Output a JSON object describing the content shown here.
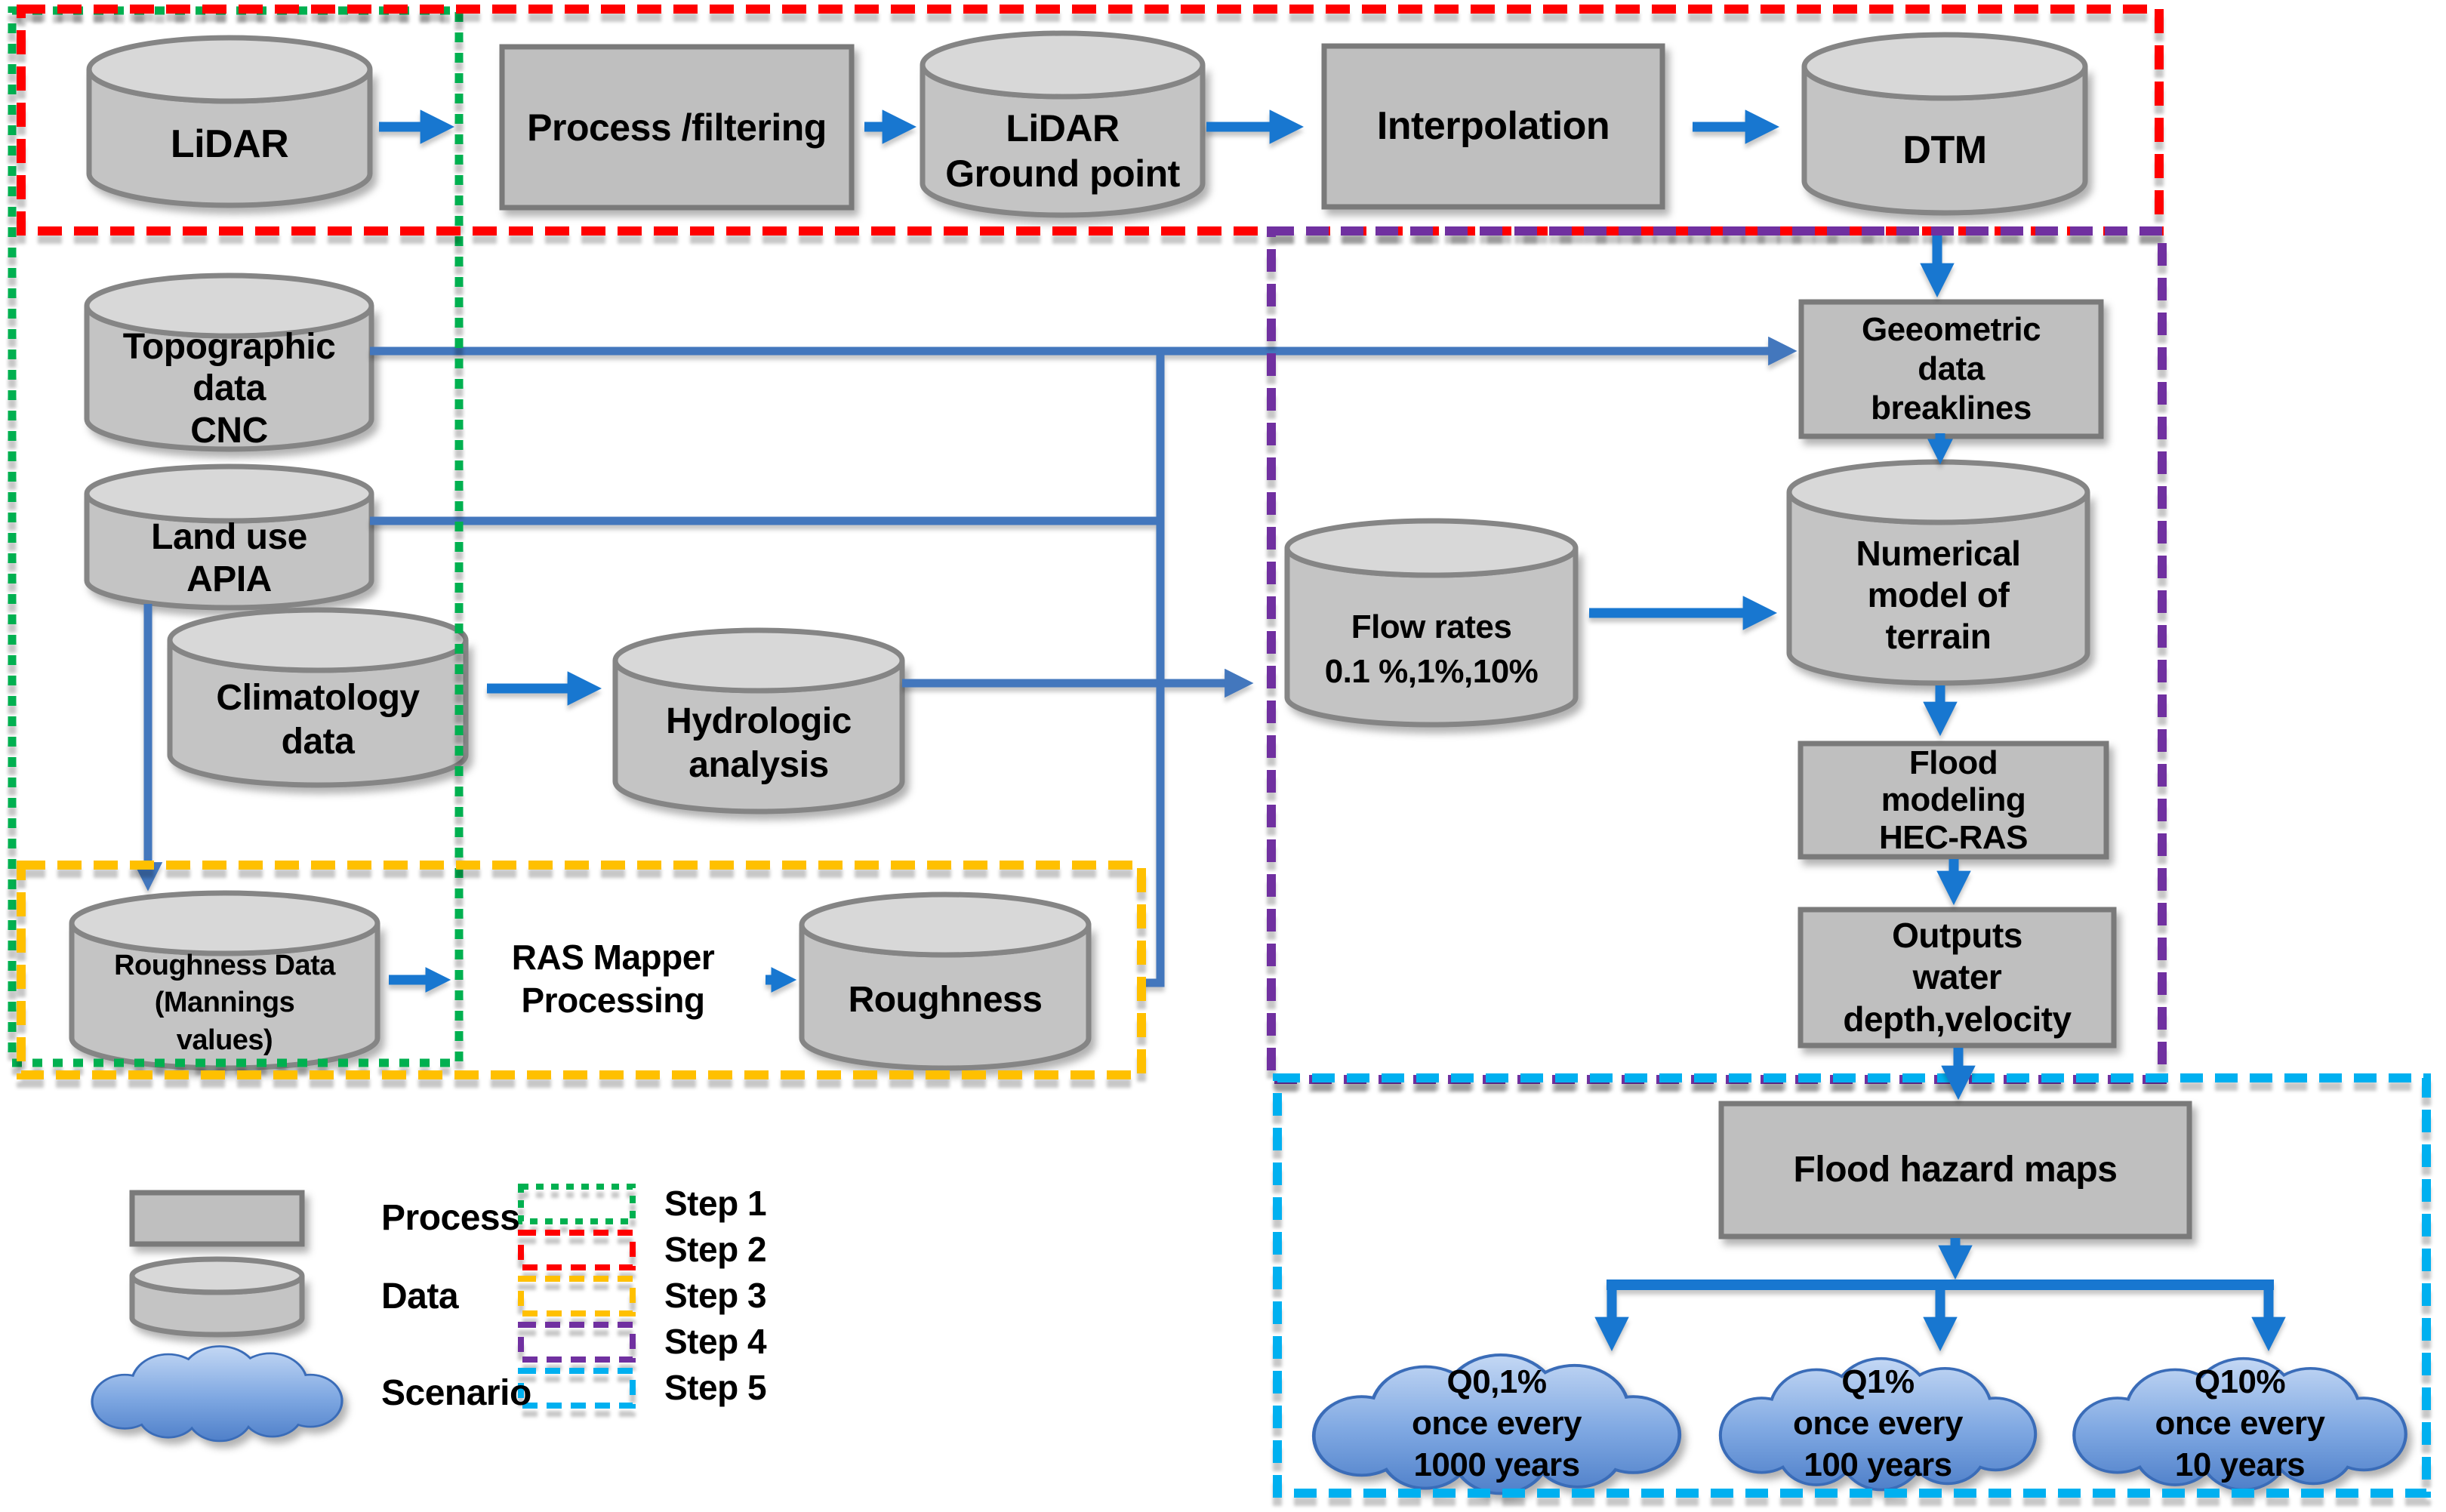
{
  "nodes": {
    "lidar": {
      "label": "LiDAR",
      "type": "data"
    },
    "process_filtering": {
      "label": "Process /filtering",
      "type": "process"
    },
    "lidar_ground_point": {
      "label": "LiDAR\nGround point",
      "type": "data"
    },
    "interpolation": {
      "label": "Interpolation",
      "type": "process"
    },
    "dtm": {
      "label": "DTM",
      "type": "data"
    },
    "topographic": {
      "label": "Topographic\ndata\nCNC",
      "type": "data"
    },
    "land_use": {
      "label": "Land use\nAPIA",
      "type": "data"
    },
    "climatology": {
      "label": "Climatology\ndata",
      "type": "data"
    },
    "hydrologic": {
      "label": "Hydrologic\nanalysis",
      "type": "data"
    },
    "roughness_data": {
      "label": "Roughness Data\n(Mannings\nvalues)",
      "type": "data"
    },
    "ras_mapper": {
      "label": "RAS Mapper\nProcessing",
      "type": "process"
    },
    "roughness": {
      "label": "Roughness",
      "type": "data"
    },
    "flow_rates": {
      "label": "Flow rates\n0.1 %,1%,10%",
      "type": "data"
    },
    "geometric": {
      "label": "Geeometric\ndata\nbreaklines",
      "type": "process"
    },
    "numerical": {
      "label": "Numerical\nmodel of\nterrain",
      "type": "data"
    },
    "flood_modeling": {
      "label": "Flood\nmodeling\nHEC-RAS",
      "type": "process"
    },
    "outputs": {
      "label": "Outputs\nwater\ndepth,velocity",
      "type": "process"
    },
    "flood_hazard": {
      "label": "Flood hazard maps",
      "type": "process"
    },
    "q01": {
      "label": "Q0,1%\nonce every\n1000 years",
      "type": "scenario"
    },
    "q1": {
      "label": "Q1%\nonce every\n100 years",
      "type": "scenario"
    },
    "q10": {
      "label": "Q10%\nonce every\n10 years",
      "type": "scenario"
    }
  },
  "legend": {
    "process": "Process",
    "data": "Data",
    "scenario": "Scenario",
    "steps": [
      "Step 1",
      "Step 2",
      "Step 3",
      "Step 4",
      "Step 5"
    ]
  },
  "colors": {
    "step1_green": "#00B050",
    "step2_red": "#FF0000",
    "step3_yellow": "#FFC000",
    "step4_purple": "#7030A0",
    "step5_cyan": "#00B0F0",
    "arrow_blue": "#1877D0",
    "connector_blue": "#4377BD",
    "shape_fill": "#BFBFBF",
    "shape_border": "#7A7A7A",
    "cylinder_top": "#D8D8D8",
    "cloud_border": "#3A6CB8"
  }
}
